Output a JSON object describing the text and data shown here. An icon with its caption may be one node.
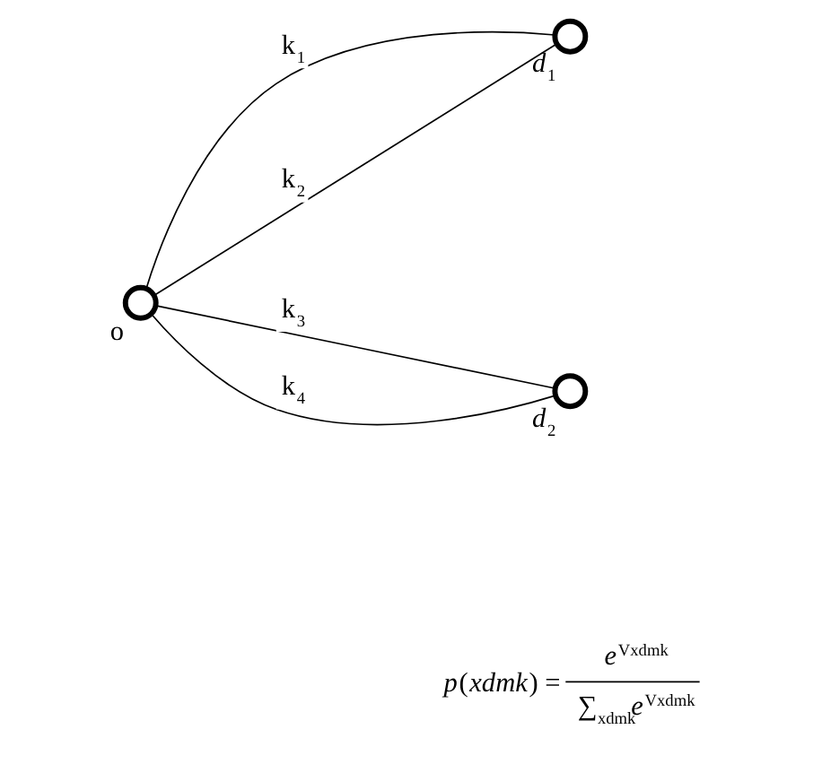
{
  "diagram": {
    "nodes": [
      {
        "text": [],
        "shape": "circle",
        "beside": [
          "o"
        ]
      },
      {
        "text": [],
        "shape": "circle",
        "beside": [
          "*d*$_{1}$"
        ]
      },
      {
        "text": [],
        "shape": "circle",
        "beside": [
          "*d*$_{2}$"
        ]
      }
    ],
    "edges": [
      {
        "from": 0,
        "to": 1,
        "arrow": "none",
        "label": "k$_{1}$"
      },
      {
        "from": 0,
        "to": 1,
        "arrow": "none",
        "label": "k$_{2}$"
      },
      {
        "from": 0,
        "to": 2,
        "arrow": "none",
        "label": "k$_{3}$"
      },
      {
        "from": 0,
        "to": 2,
        "arrow": "none",
        "label": "k$_{4}$"
      }
    ],
    "labels": [
      "*p*(*xdmk*) =",
      "*e*$^{Vxdmk}$",
      "∑$_{xdmk}$*e*$^{Vxdmk}$"
    ]
  }
}
